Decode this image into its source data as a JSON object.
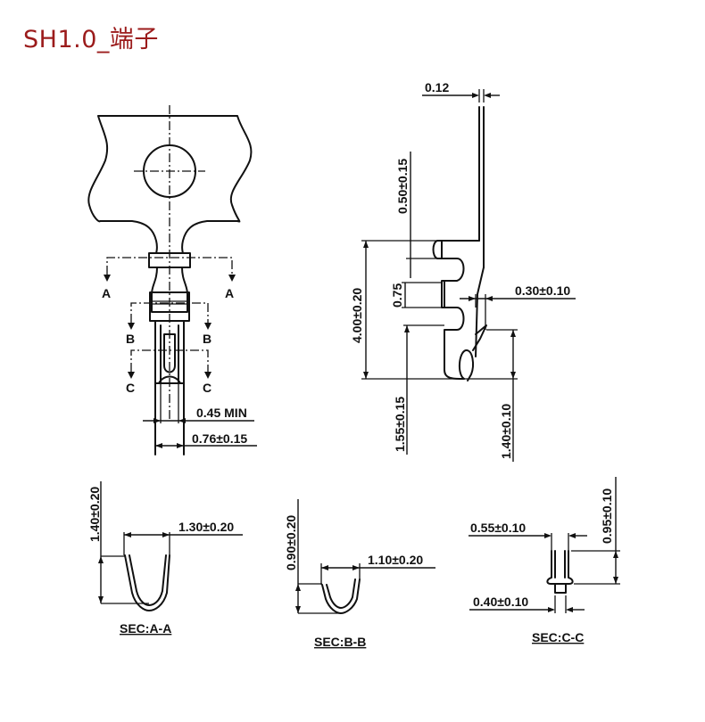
{
  "title": "SH1.0_端子",
  "front_view": {
    "section_labels": {
      "a_left": "A",
      "a_right": "A",
      "b_left": "B",
      "b_right": "B",
      "c_left": "C",
      "c_right": "C"
    },
    "dims": {
      "min_width": "0.45 MIN",
      "width": "0.76±0.15"
    }
  },
  "side_view": {
    "dims": {
      "thickness": "0.12",
      "tip_length": "0.50±0.15",
      "total_height": "4.00±0.20",
      "slot": "0.75",
      "spring_offset": "0.30±0.10",
      "lower_left": "1.55±0.15",
      "lower_right": "1.40±0.10"
    }
  },
  "sections": {
    "a": {
      "label": "SEC:A-A",
      "height": "1.40±0.20",
      "width": "1.30±0.20"
    },
    "b": {
      "label": "SEC:B-B",
      "height": "0.90±0.20",
      "width": "1.10±0.20"
    },
    "c": {
      "label": "SEC:C-C",
      "height": "0.95±0.10",
      "outer_width": "0.55±0.10",
      "inner_width": "0.40±0.10"
    }
  }
}
